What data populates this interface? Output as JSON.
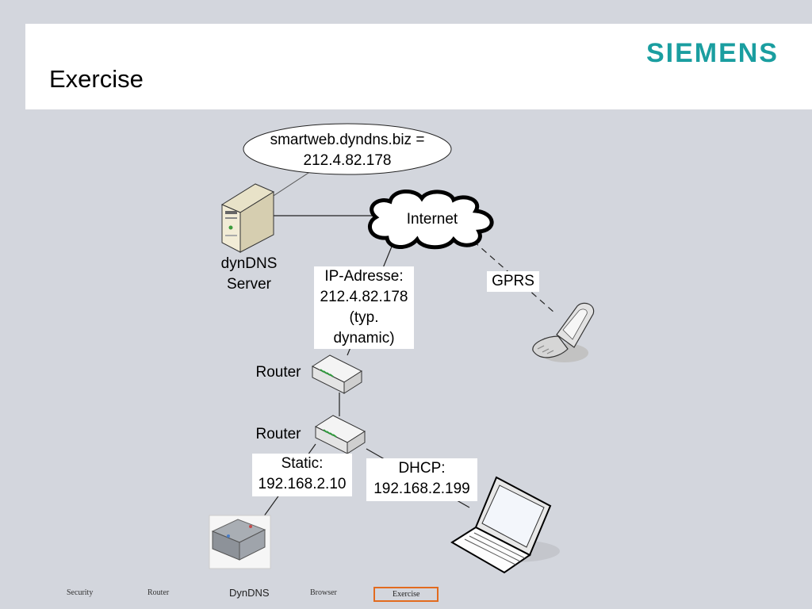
{
  "header": {
    "title": "Exercise",
    "logo": "SIEMENS"
  },
  "diagram": {
    "bubble": {
      "line1": "smartweb.dyndns.biz =",
      "line2": "212.4.82.178"
    },
    "internet_label": "Internet",
    "server_label": {
      "line1": "dynDNS",
      "line2": "Server"
    },
    "ip_box": {
      "line1": "IP-Adresse:",
      "line2": "212.4.82.178",
      "line3": "(typ.",
      "line4": "dynamic)"
    },
    "gprs_label": "GPRS",
    "router1_label": "Router",
    "router2_label": "Router",
    "static_box": {
      "line1": "Static:",
      "line2": "192.168.2.10"
    },
    "dhcp_box": {
      "line1": "DHCP:",
      "line2": "192.168.2.199"
    }
  },
  "nav": {
    "items": [
      {
        "label": "Security"
      },
      {
        "label": "Router"
      },
      {
        "label": "DynDNS"
      },
      {
        "label": "Browser"
      },
      {
        "label": "Exercise"
      }
    ]
  },
  "colors": {
    "logo": "#1a9ea0",
    "active_tab": "#e26b1f",
    "background": "#d3d6dd"
  }
}
